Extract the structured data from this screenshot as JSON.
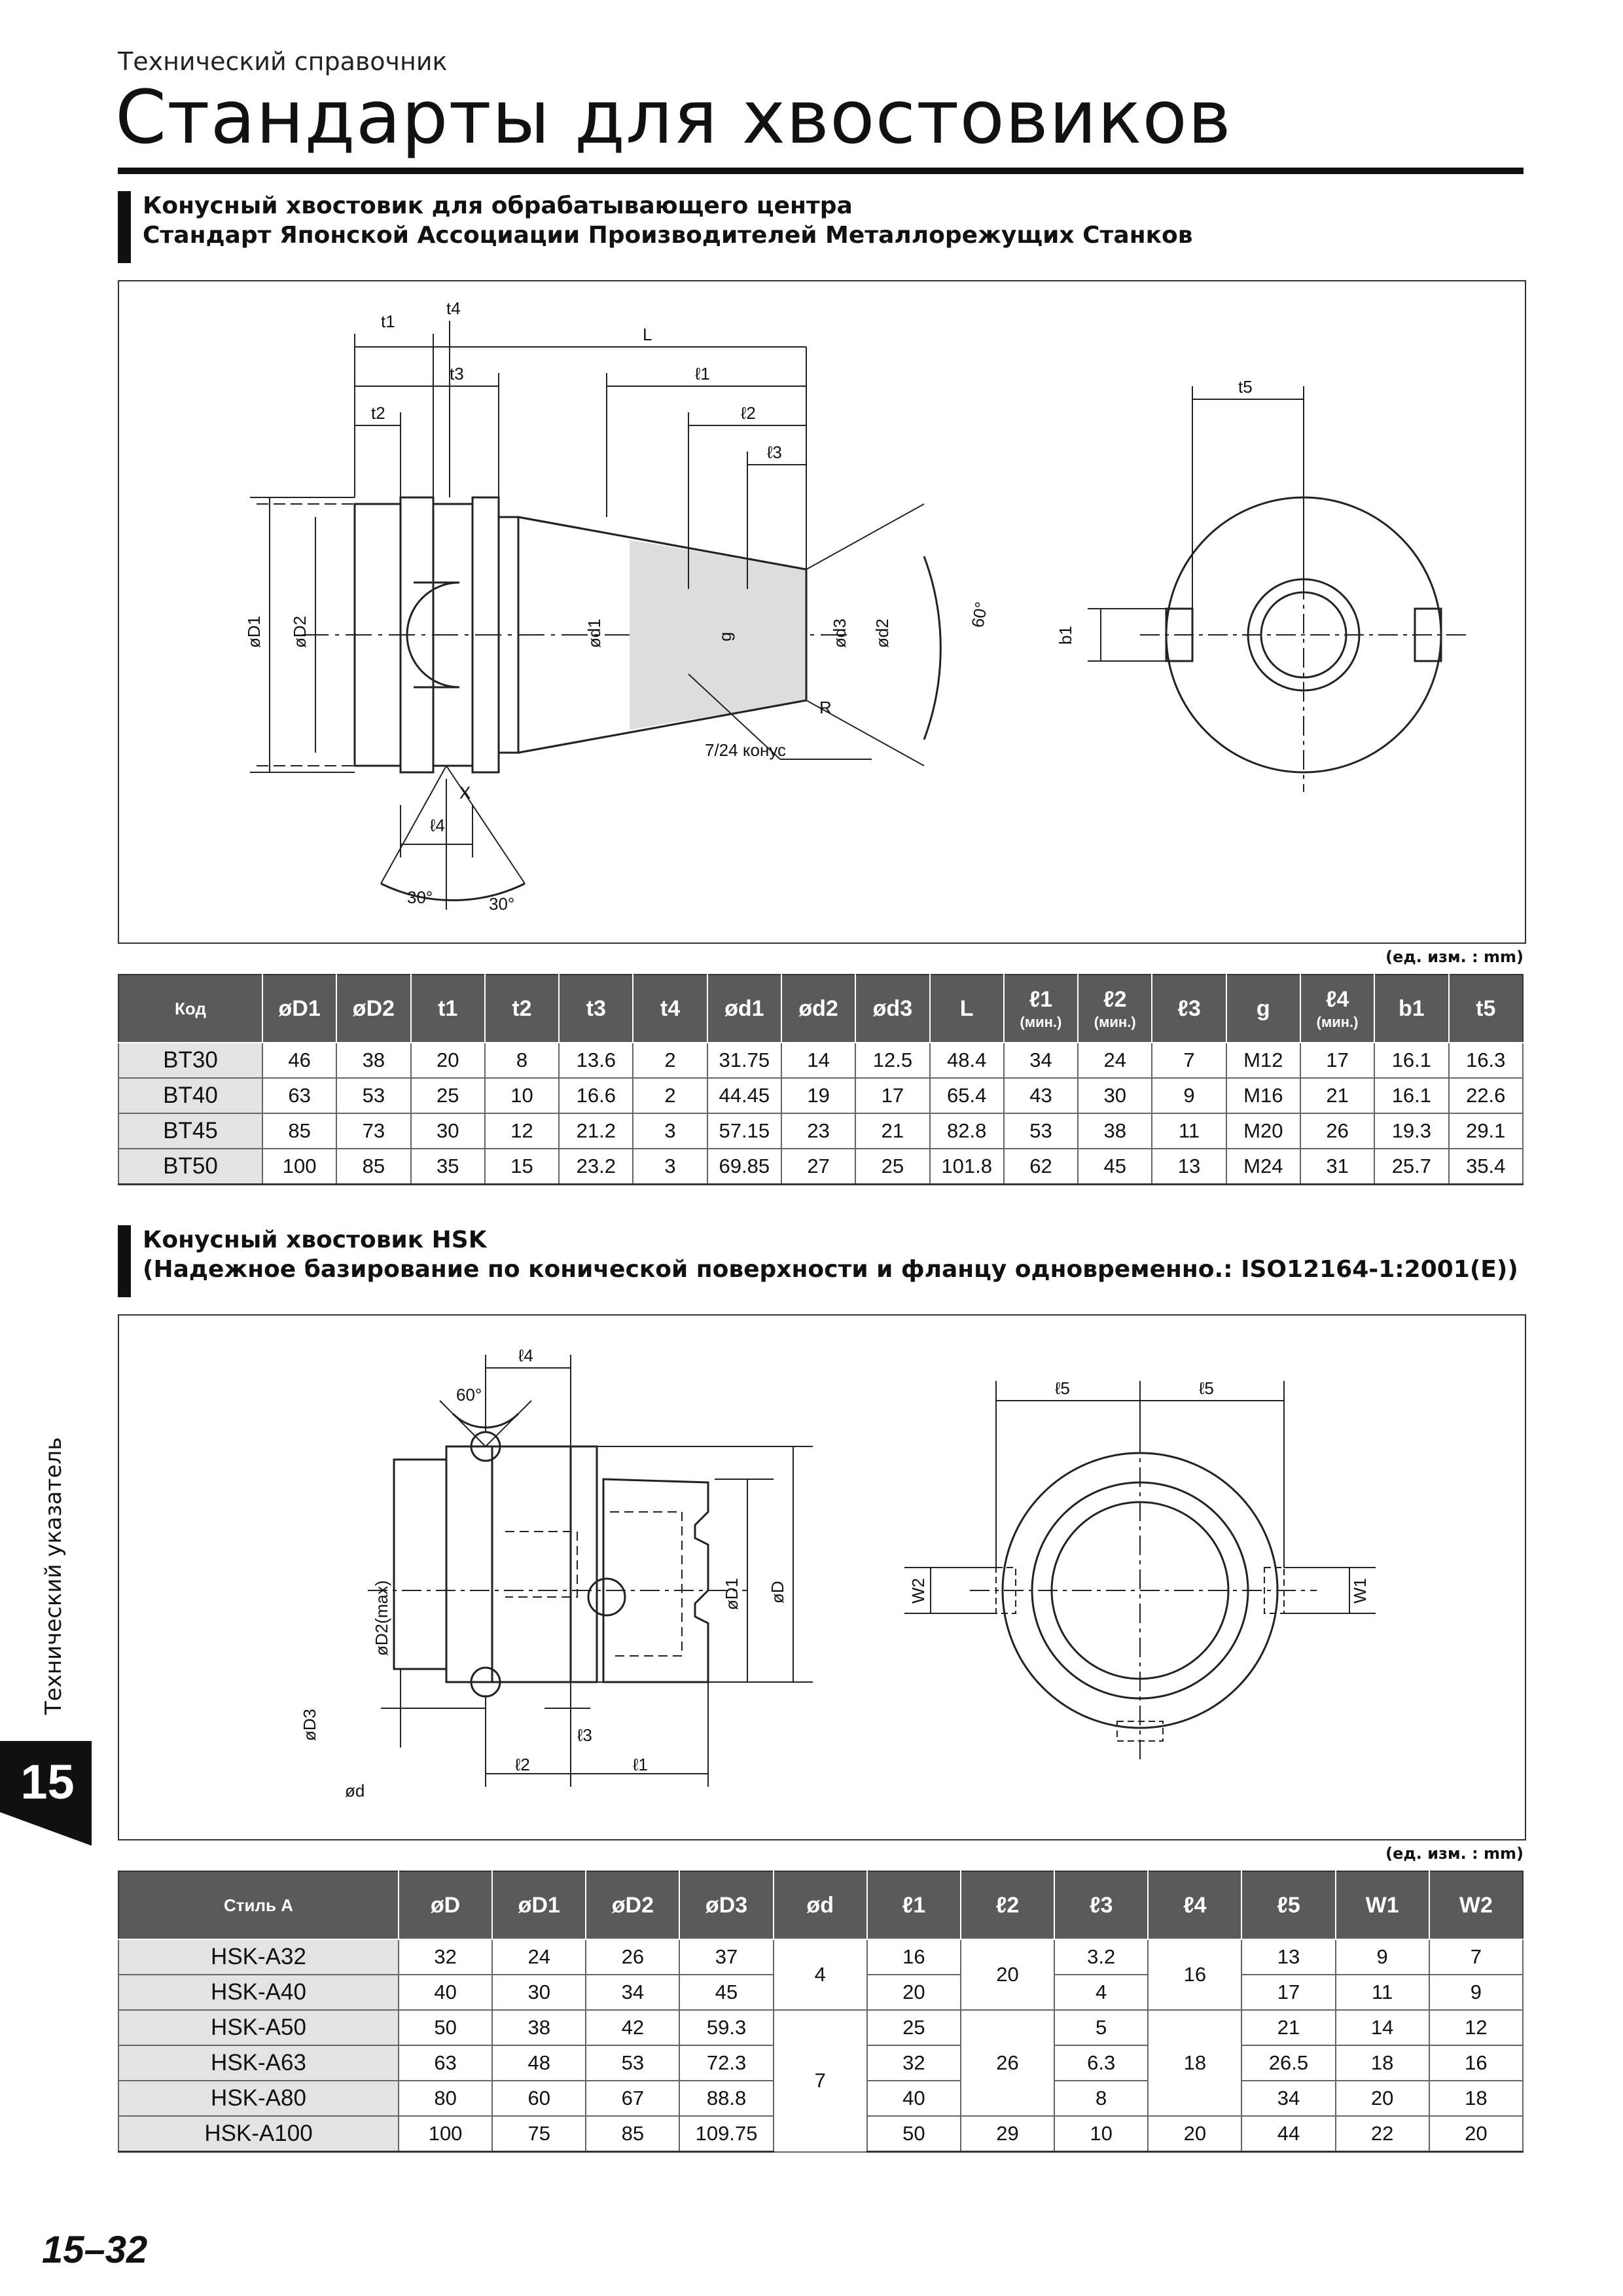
{
  "header": {
    "kicker": "Технический справочник",
    "title": "Стандарты для хвостовиков"
  },
  "section1": {
    "line1": "Конусный хвостовик для обрабатывающего центра",
    "line2": "Стандарт Японской Ассоциации Производителей Металлорежущих Станков"
  },
  "section2": {
    "line1": "Конусный хвостовик HSK",
    "line2": "(Надежное базирование по конической поверхности и фланцу одновременно.: ISO12164-1:2001(E))"
  },
  "units": "(ед. изм. : mm)",
  "bt_drawing": {
    "t1": "t1",
    "t4": "t4",
    "L": "L",
    "t3": "t3",
    "l1": "ℓ1",
    "t2": "t2",
    "l2": "ℓ2",
    "l3": "ℓ3",
    "t5": "t5",
    "D1": "øD1",
    "D2": "øD2",
    "d1": "ød1",
    "g": "g",
    "d3": "ød3",
    "d2": "ød2",
    "angle60": "60°",
    "b1": "b1",
    "R": "R",
    "X": "X",
    "l4": "ℓ4",
    "cone": "7/24 конус",
    "a30l": "30°",
    "a30r": "30°"
  },
  "hsk_drawing": {
    "l4": "ℓ4",
    "a60": "60°",
    "l5a": "ℓ5",
    "l5b": "ℓ5",
    "D1": "øD1",
    "D": "øD",
    "D2": "øD2(max)",
    "D3": "øD3",
    "l3": "ℓ3",
    "l2": "ℓ2",
    "l1": "ℓ1",
    "d": "ød",
    "W2": "W2",
    "W1": "W1"
  },
  "bt_table": {
    "headers": [
      {
        "main": "Код"
      },
      {
        "main": "øD1"
      },
      {
        "main": "øD2"
      },
      {
        "main": "t1"
      },
      {
        "main": "t2"
      },
      {
        "main": "t3"
      },
      {
        "main": "t4"
      },
      {
        "main": "ød1"
      },
      {
        "main": "ød2"
      },
      {
        "main": "ød3"
      },
      {
        "main": "L"
      },
      {
        "main": "ℓ1",
        "sub": "(мин.)"
      },
      {
        "main": "ℓ2",
        "sub": "(мин.)"
      },
      {
        "main": "ℓ3"
      },
      {
        "main": "g"
      },
      {
        "main": "ℓ4",
        "sub": "(мин.)"
      },
      {
        "main": "b1"
      },
      {
        "main": "t5"
      }
    ],
    "rows": [
      [
        "BT30",
        "46",
        "38",
        "20",
        "8",
        "13.6",
        "2",
        "31.75",
        "14",
        "12.5",
        "48.4",
        "34",
        "24",
        "7",
        "M12",
        "17",
        "16.1",
        "16.3"
      ],
      [
        "BT40",
        "63",
        "53",
        "25",
        "10",
        "16.6",
        "2",
        "44.45",
        "19",
        "17",
        "65.4",
        "43",
        "30",
        "9",
        "M16",
        "21",
        "16.1",
        "22.6"
      ],
      [
        "BT45",
        "85",
        "73",
        "30",
        "12",
        "21.2",
        "3",
        "57.15",
        "23",
        "21",
        "82.8",
        "53",
        "38",
        "11",
        "M20",
        "26",
        "19.3",
        "29.1"
      ],
      [
        "BT50",
        "100",
        "85",
        "35",
        "15",
        "23.2",
        "3",
        "69.85",
        "27",
        "25",
        "101.8",
        "62",
        "45",
        "13",
        "M24",
        "31",
        "25.7",
        "35.4"
      ]
    ]
  },
  "hsk_table": {
    "headers": [
      "Стиль A",
      "øD",
      "øD1",
      "øD2",
      "øD3",
      "ød",
      "ℓ1",
      "ℓ2",
      "ℓ3",
      "ℓ4",
      "ℓ5",
      "W1",
      "W2"
    ],
    "codes": [
      "HSK-A32",
      "HSK-A40",
      "HSK-A50",
      "HSK-A63",
      "HSK-A80",
      "HSK-A100"
    ],
    "D": [
      "32",
      "40",
      "50",
      "63",
      "80",
      "100"
    ],
    "D1": [
      "24",
      "30",
      "38",
      "48",
      "60",
      "75"
    ],
    "D2": [
      "26",
      "34",
      "42",
      "53",
      "67",
      "85"
    ],
    "D3": [
      "37",
      "45",
      "59.3",
      "72.3",
      "88.8",
      "109.75"
    ],
    "d_merged": [
      "4",
      "7"
    ],
    "l1": [
      "16",
      "20",
      "25",
      "32",
      "40",
      "50"
    ],
    "l2_merged": [
      "20",
      "26",
      "29"
    ],
    "l3": [
      "3.2",
      "4",
      "5",
      "6.3",
      "8",
      "10"
    ],
    "l4_merged": [
      "16",
      "18",
      "20"
    ],
    "l5": [
      "13",
      "17",
      "21",
      "26.5",
      "34",
      "44"
    ],
    "W1": [
      "9",
      "11",
      "14",
      "18",
      "20",
      "22"
    ],
    "W2": [
      "7",
      "9",
      "12",
      "16",
      "18",
      "20"
    ]
  },
  "sidebar": {
    "label": "Технический указатель",
    "chapter": "15"
  },
  "footer": {
    "page": "15–32"
  }
}
